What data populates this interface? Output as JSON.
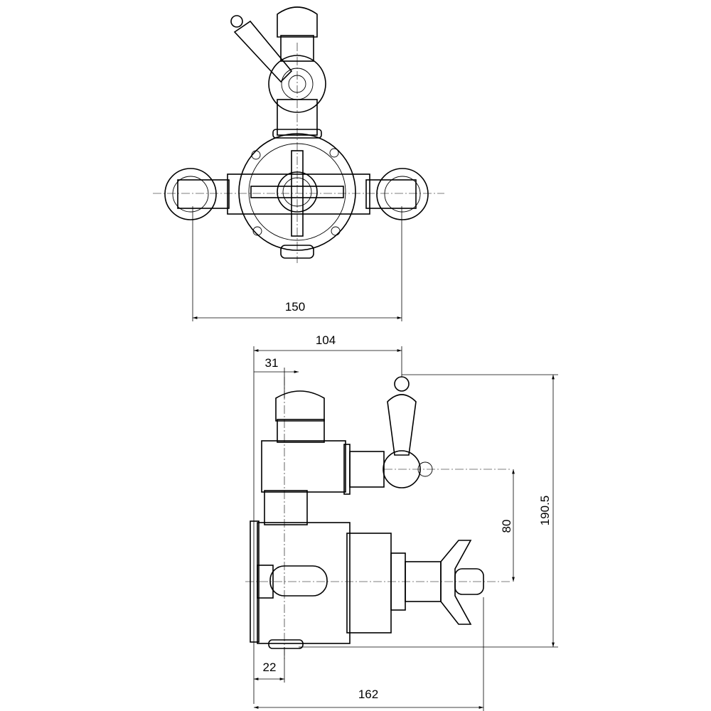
{
  "drawing": {
    "views": [
      "front-view",
      "side-view"
    ],
    "dimensions": {
      "width_front": "150",
      "depth_to_lever": "104",
      "offset_top_outlet": "31",
      "lever_to_control_spacing": "80",
      "overall_height": "190.5",
      "offset_bottom_outlet": "22",
      "overall_depth": "162"
    },
    "units": "mm"
  }
}
